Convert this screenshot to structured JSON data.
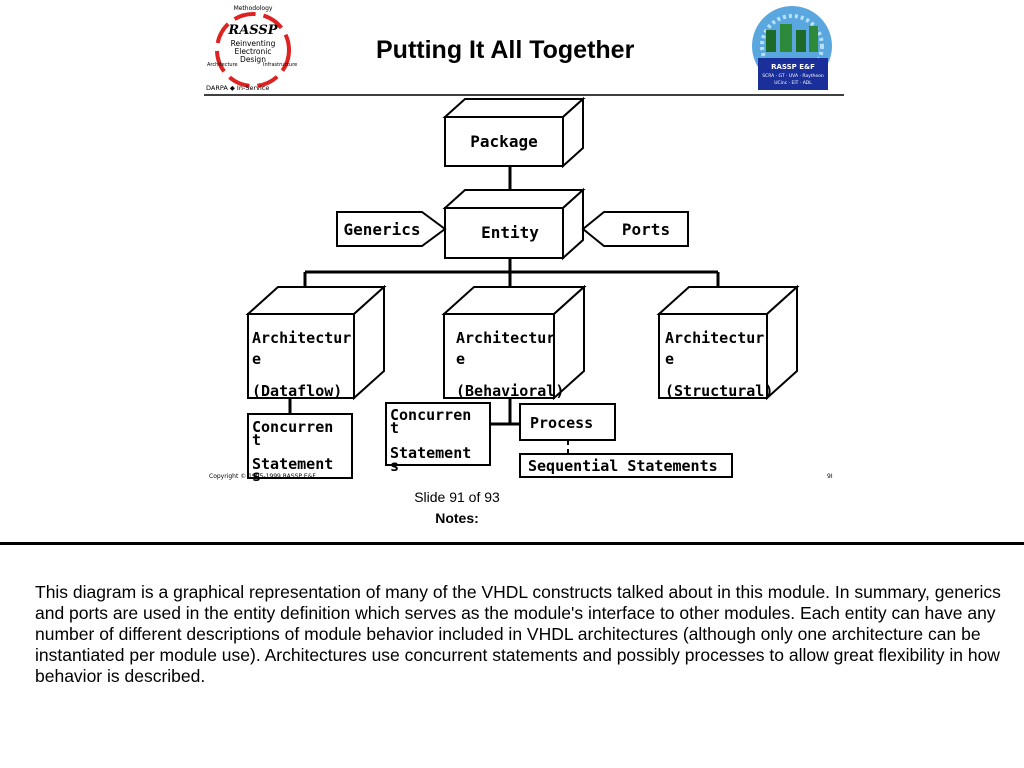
{
  "slide": {
    "title": "Putting It All Together",
    "counter": "Slide 91 of 93",
    "notes_label": "Notes:",
    "page_number": "9I",
    "copyright": "Copyright ©  1995-1999 RASSP E&F"
  },
  "rassp_logo": {
    "top": "Methodology",
    "name": "RASSP",
    "line1": "Reinventing",
    "line2": "Electronic",
    "line3": "Design",
    "left": "Architecture",
    "right": "Infrastructure",
    "footer": "DARPA ◆ In-Service"
  },
  "ef_logo": {
    "name": "RASSP E&F",
    "line1": "SCRA · GT · UVA · Raytheon",
    "line2": "UCinc · EIT · ADL"
  },
  "diagram": {
    "package": "Package",
    "entity": "Entity",
    "generics": "Generics",
    "ports": "Ports",
    "arch_dataflow": [
      "Architectur",
      "e",
      "(Dataflow)"
    ],
    "arch_behavioral": [
      "Architectur",
      "e",
      "(Behavioral)"
    ],
    "arch_structural": [
      "Architectur",
      "e",
      "(Structural)"
    ],
    "concurrent_1": [
      "Concurren",
      "t",
      "Statement",
      "s"
    ],
    "concurrent_2": [
      "Concurren",
      "t",
      "Statement",
      "s"
    ],
    "process": "Process",
    "sequential": "Sequential Statements"
  },
  "notes": {
    "text": "This diagram is a graphical representation of many of the VHDL constructs talked about in this module. In summary, generics and ports are used in the entity definition which serves as the module's interface to other modules. Each entity can have any number of different descriptions of module behavior included in VHDL architectures (although only one architecture can be instantiated per module use). Architectures use concurrent statements and possibly processes to allow great flexibility in how behavior is described."
  }
}
